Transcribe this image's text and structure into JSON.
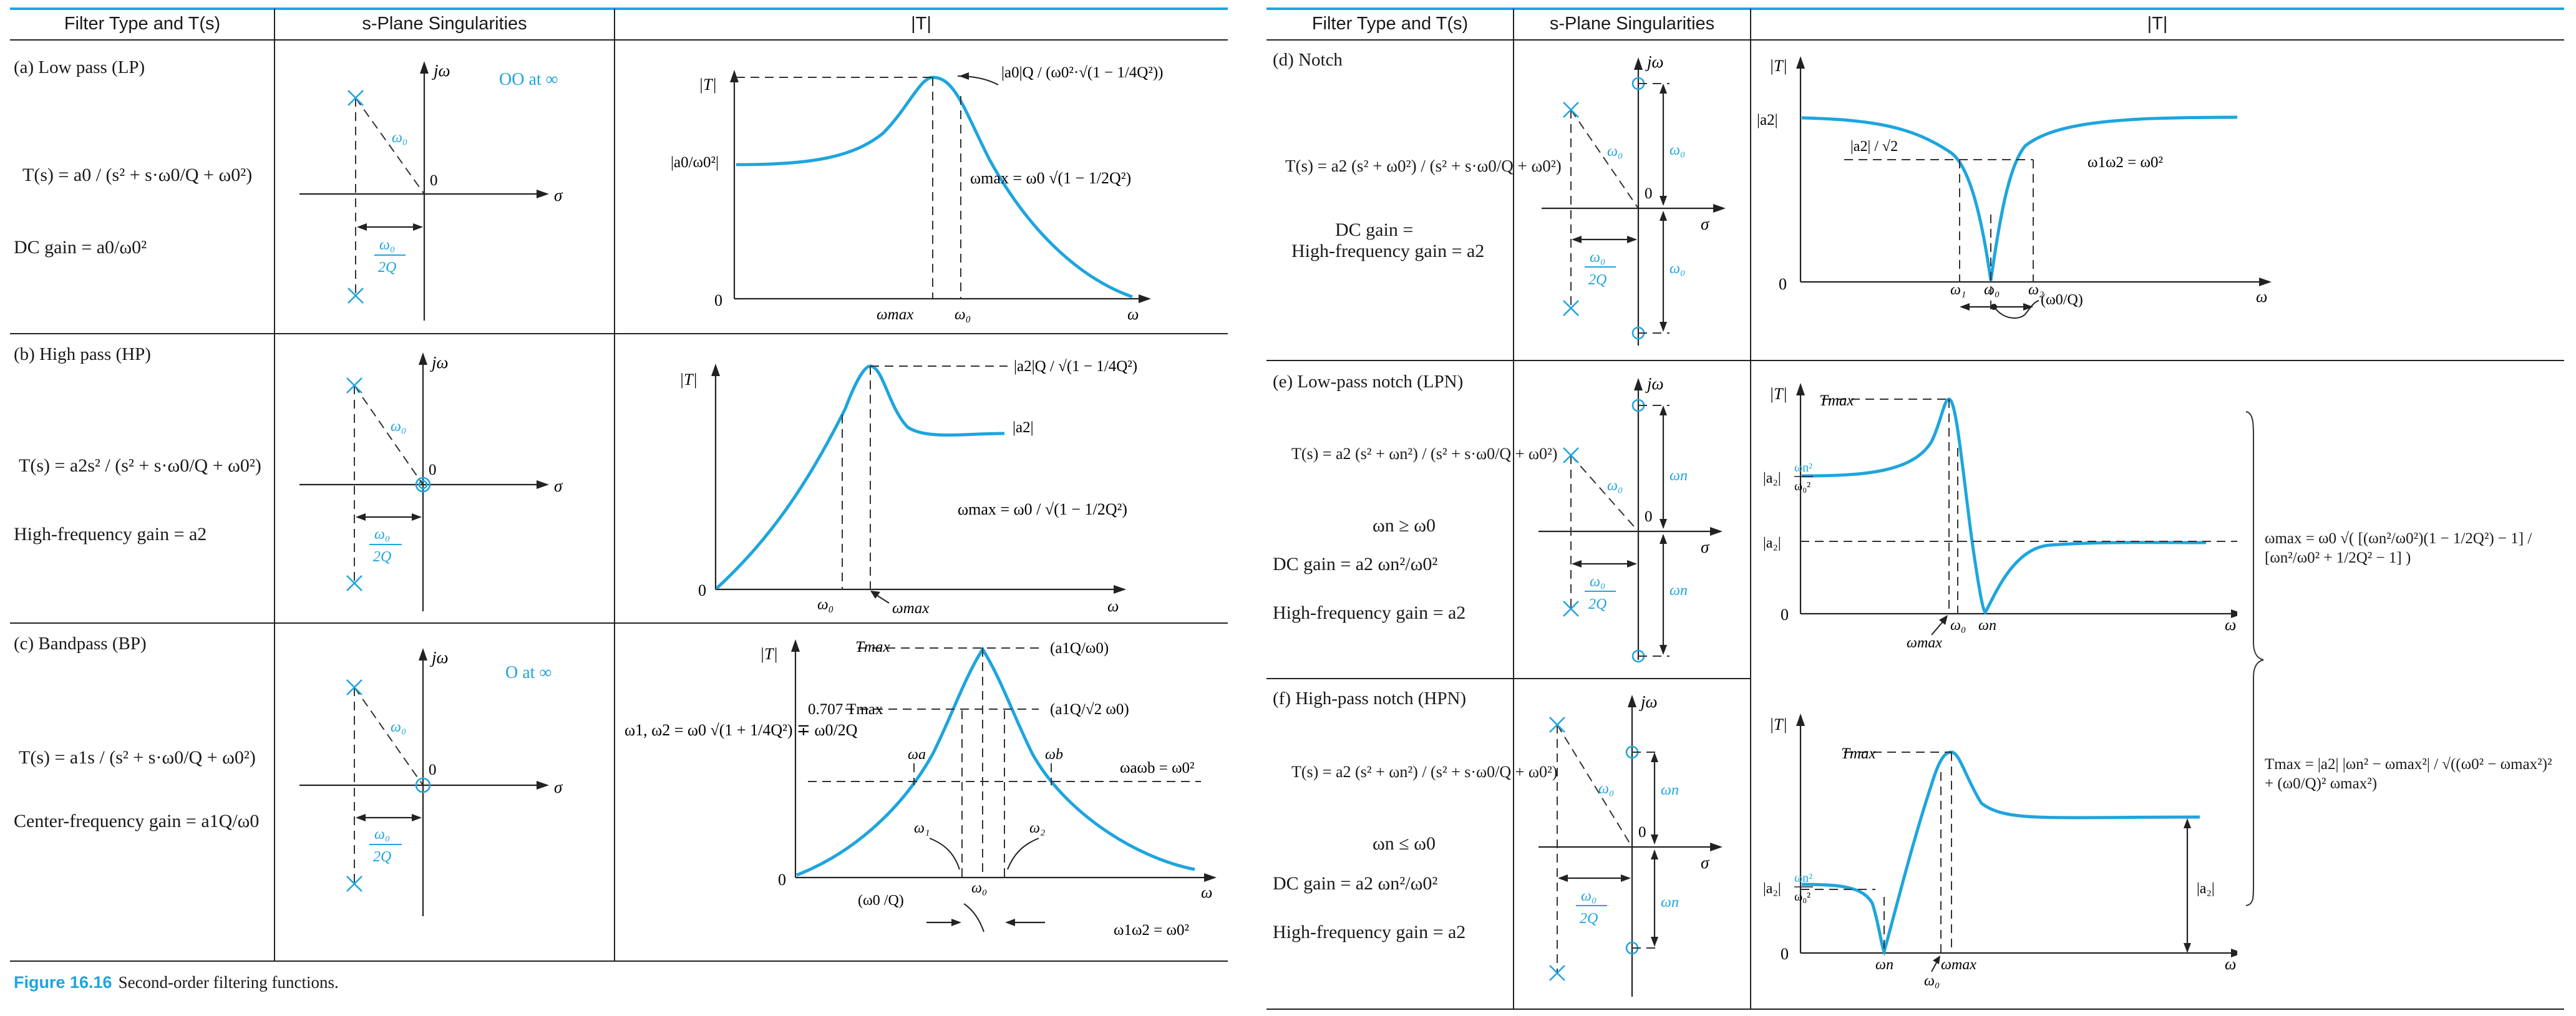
{
  "headers": {
    "filter_type": "Filter Type and T(s)",
    "singularities": "s-Plane Singularities",
    "magnitude": "|T|"
  },
  "rows": {
    "lp": {
      "label": "(a)  Low pass (LP)",
      "tf": "T(s) = a0 / (s² + s·ω0/Q + ω0²)",
      "gain": "DC gain = a0/ω0²",
      "zeros_note": "OO at ∞",
      "peak_label": "|a0|Q / (ω0²·√(1 − 1/4Q²))",
      "dc_level": "|a0/ω0²|",
      "wmax": "ωmax = ω0 √(1 − 1/2Q²)"
    },
    "hp": {
      "label": "(b)  High pass (HP)",
      "tf": "T(s) = a2s² / (s² + s·ω0/Q + ω0²)",
      "gain": "High-frequency gain = a2",
      "peak_label": "|a2|Q / √(1 − 1/4Q²)",
      "hf_level": "|a2|",
      "wmax": "ωmax = ω0 / √(1 − 1/2Q²)"
    },
    "bp": {
      "label": "(c)  Bandpass (BP)",
      "tf": "T(s) = a1s / (s² + s·ω0/Q + ω0²)",
      "gain": "Center-frequency gain = a1Q/ω0",
      "zeros_note": "O at ∞",
      "tmax": "Tmax",
      "tmax_val": "(a1Q/ω0)",
      "t707": "0.707 Tmax",
      "t707_val": "(a1Q/√2 ω0)",
      "w12": "ω1, ω2 = ω0 √(1 + 1/4Q²) ∓ ω0/2Q",
      "wawb": "ωaωb = ω0²",
      "w1w2": "ω1ω2 = ω0²",
      "bw": "(ω0 /Q)"
    },
    "notch": {
      "label": "(d)  Notch",
      "tf": "T(s) = a2 (s² + ω0²) / (s² + s·ω0/Q + ω0²)",
      "gain1": "DC gain =",
      "gain2": "High-frequency gain = a2",
      "level": "|a2|",
      "level_rt2": "|a2| / √2",
      "w1w2": "ω1ω2 = ω0²",
      "bw": "(ω0/Q)"
    },
    "lpn": {
      "label": "(e)  Low-pass notch (LPN)",
      "tf": "T(s) = a2 (s² + ωn²) / (s² + s·ω0/Q + ω0²)",
      "cond": "ωn ≥ ω0",
      "gain": "DC gain = a2 ωn²/ω0²",
      "hfgain": "High-frequency gain = a2"
    },
    "hpn": {
      "label": "(f)  High-pass notch (HPN)",
      "tf": "T(s) = a2 (s² + ωn²) / (s² + s·ω0/Q + ω0²)",
      "cond": "ωn ≤ ω0",
      "gain": "DC gain = a2 ωn²/ω0²",
      "hfgain": "High-frequency gain = a2"
    }
  },
  "shared": {
    "wmax_eq": "ωmax = ω0 √( [(ωn²/ω0²)(1 − 1/2Q²) − 1] / [ωn²/ω0² + 1/2Q² − 1] )",
    "tmax_eq": "Tmax = |a2| |ωn² − ωmax²| / √((ω0² − ωmax²)² + (ω0/Q)² ωmax²)"
  },
  "caption": {
    "fig": "Figure 16.16",
    "text": "Second-order filtering functions."
  },
  "colors": {
    "accent": "#1ea5de",
    "ink": "#1a1a1a"
  }
}
